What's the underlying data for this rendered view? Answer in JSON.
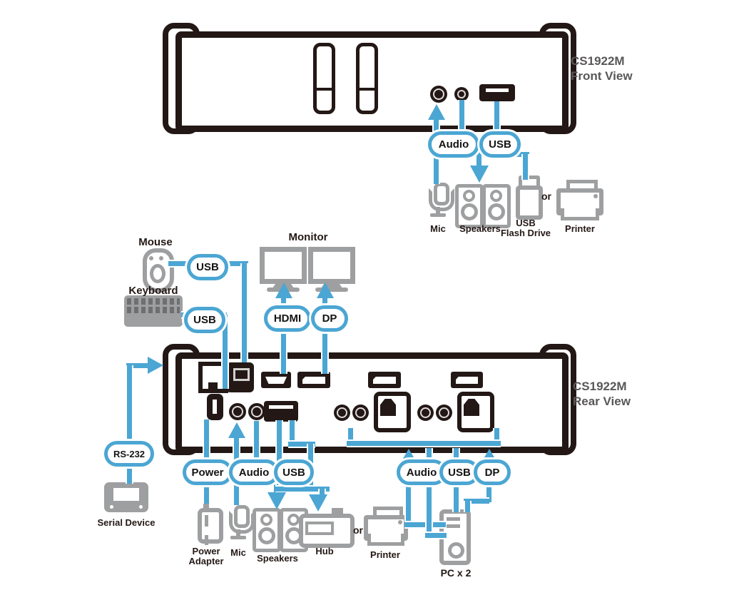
{
  "colors": {
    "cable_blue": "#4BA6D3",
    "outline_dark": "#231815",
    "icon_gray": "#9E9FA0",
    "title_gray": "#595757"
  },
  "front_view": {
    "title_line1": "CS1922M",
    "title_line2": "Front View",
    "pills": {
      "audio": "Audio",
      "usb": "USB"
    },
    "devices": {
      "mic": "Mic",
      "speakers": "Speakers",
      "flash_line1": "USB",
      "flash_line2": "Flash Drive",
      "or": "or",
      "printer": "Printer"
    }
  },
  "console": {
    "monitor": "Monitor",
    "mouse": "Mouse",
    "keyboard": "Keyboard",
    "pills": {
      "hdmi": "HDMI",
      "dp": "DP",
      "mouse_usb": "USB",
      "keyboard_usb": "USB"
    }
  },
  "rear_view": {
    "title_line1": "CS1922M",
    "title_line2": "Rear View",
    "pills": {
      "rs232": "RS-232",
      "power": "Power",
      "audio": "Audio",
      "usb": "USB",
      "pc_audio": "Audio",
      "pc_usb": "USB",
      "pc_dp": "DP"
    },
    "devices": {
      "serial": "Serial Device",
      "power_adapter_line1": "Power",
      "power_adapter_line2": "Adapter",
      "mic": "Mic",
      "speakers": "Speakers",
      "hub": "Hub",
      "or": "or",
      "printer": "Printer",
      "pcs": "PC x 2"
    }
  }
}
